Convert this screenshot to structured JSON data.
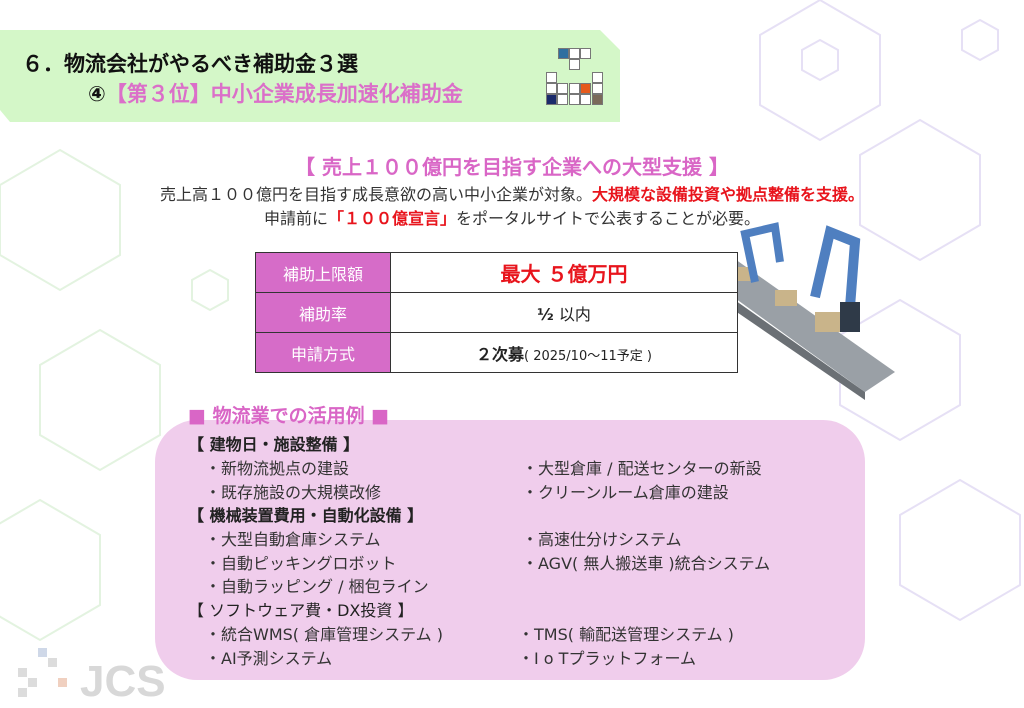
{
  "header": {
    "title": "６．物流会社がやるべき補助金３選",
    "subtitle_num": "④",
    "subtitle": "【第３位】中小企業成長加速化補助金"
  },
  "headline": "【 売上１００億円を目指す企業への大型支援 】",
  "intro": {
    "line1_a": "売上高１００億円を目指す成長意欲の高い中小企業が対象。",
    "line1_b": "大規模な設備投資や拠点整備を支援。",
    "line2_a": "申請前に",
    "line2_b": "「１００億宣言」",
    "line2_c": "をポータルサイトで公表することが必要。"
  },
  "table": [
    {
      "label": "補助上限額",
      "value": "最大 ５億万円"
    },
    {
      "label": "補助率",
      "value_a": "½",
      "value_b": " 以内"
    },
    {
      "label": "申請方式",
      "value_a": "２次募",
      "value_b": "( 2025/10～11予定 )"
    }
  ],
  "section_title": "■ 物流業での活用例 ■",
  "categories": [
    {
      "title": "【 建物日・施設整備 】",
      "items": [
        "・新物流拠点の建設",
        "・大型倉庫 / 配送センターの新設",
        "・既存施設の大規模改修",
        "・クリーンルーム倉庫の建設"
      ]
    },
    {
      "title": "【 機械装置費用・自動化設備 】",
      "items": [
        "・大型自動倉庫システム",
        "・高速仕分けシステム",
        "・自動ピッキングロボット",
        "・AGV( 無人搬送車 )統合システム",
        "・自動ラッピング / 梱包ライン"
      ]
    },
    {
      "title": "【 ソフトウェア費・DX投資 】",
      "items": [
        "・統合WMS( 倉庫管理システム )",
        "・TMS( 輸配送管理システム )",
        "・AI予測システム",
        "・I o Tプラットフォーム"
      ]
    }
  ],
  "logo_text": "JCS",
  "colors": {
    "accent": "#d966c6",
    "banner": "#d4f7c8",
    "red": "#e8141c",
    "box": "#f0cdec"
  }
}
